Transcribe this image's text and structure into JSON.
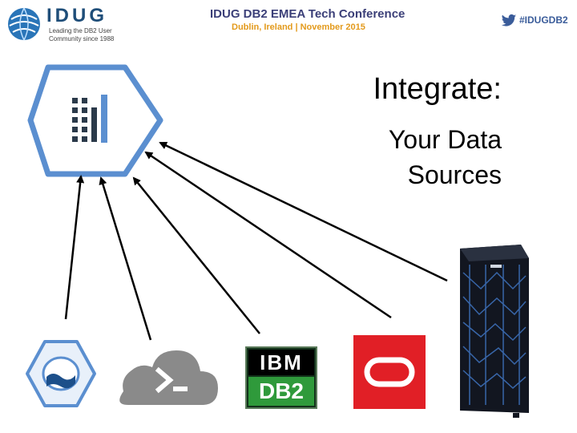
{
  "header": {
    "logo_text": "IDUG",
    "tagline_line1": "Leading the DB2 User",
    "tagline_line2": "Community since 1988",
    "conference_title": "IDUG DB2 EMEA Tech Conference",
    "conference_subtitle": "Dublin, Ireland  |  November 2015",
    "hashtag": "#IDUGDB2"
  },
  "slide": {
    "title": "Integrate:",
    "subtitle_line1": "Your Data",
    "subtitle_line2": "Sources"
  },
  "sources": {
    "ibm_db2_top": "IBM",
    "ibm_db2_bottom": "DB2"
  },
  "colors": {
    "hexagon_border": "#5b8fd0",
    "arrow": "#000000",
    "ibm_green": "#2f9a3b",
    "oracle_red": "#e11f26"
  }
}
